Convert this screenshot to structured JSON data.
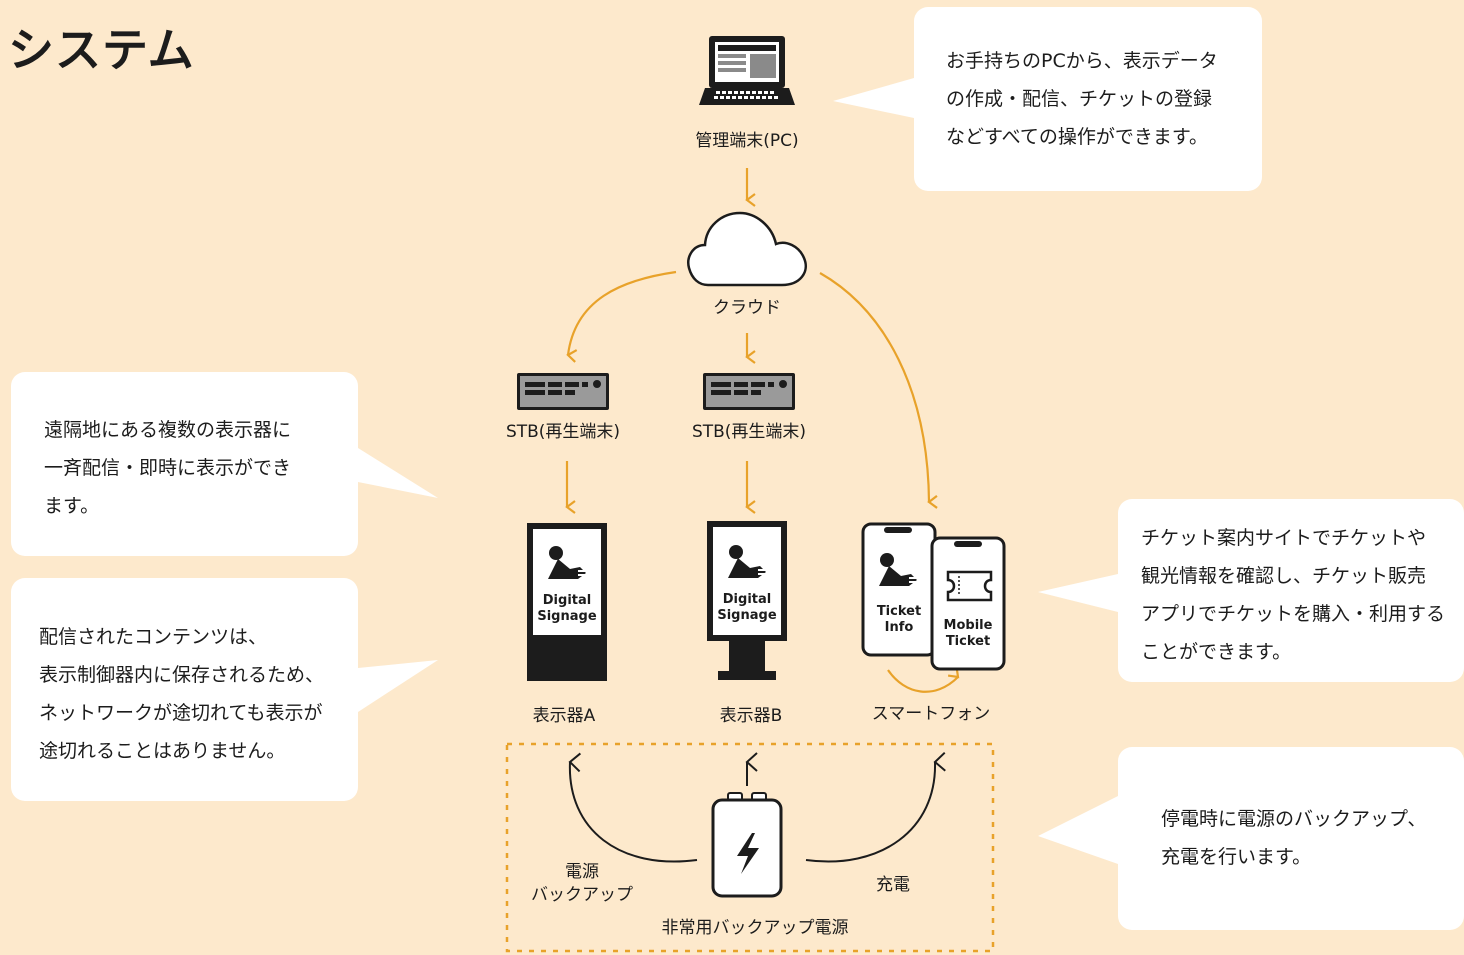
{
  "title": "システム",
  "colors": {
    "background": "#fde9cc",
    "bubble": "#ffffff",
    "arrow": "#e8a22a",
    "ink": "#1c1c1c"
  },
  "bubbles": {
    "pc": "お手持ちのPCから、表示データ\nの作成・配信、チケットの登録\nなどすべての操作ができます。",
    "remote": "遠隔地にある複数の表示器に\n一斉配信・即時に表示ができ\nます。",
    "content": "配信されたコンテンツは、\n表示制御器内に保存されるため、\nネットワークが途切れても表示が\n途切れることはありません。",
    "ticket": "チケット案内サイトでチケットや\n観光情報を確認し、チケット販売\nアプリでチケットを購入・利用する\nことができます。",
    "backup": "停電時に電源のバックアップ、\n充電を行います。"
  },
  "nodes": {
    "pc_label": "管理端末(PC)",
    "cloud_label": "クラウド",
    "stb_a_label": "STB(再生端末)",
    "stb_b_label": "STB(再生端末)",
    "display_a_label": "表示器A",
    "display_b_label": "表示器B",
    "smartphone_label": "スマートフォン",
    "battery_label": "非常用バックアップ電源",
    "power_backup_label": "電源\nバックアップ",
    "charge_label": "充電"
  },
  "signage": {
    "screen_text_line1": "Digital",
    "screen_text_line2": "Signage"
  },
  "phones": {
    "info_line1": "Ticket",
    "info_line2": "Info",
    "mobile_line1": "Mobile",
    "mobile_line2": "Ticket"
  },
  "icons": [
    "laptop-icon",
    "cloud-icon",
    "stb-icon",
    "signage-icon",
    "smartphone-icon",
    "battery-icon",
    "lightning-icon",
    "ticket-icon",
    "mountain-icon"
  ]
}
